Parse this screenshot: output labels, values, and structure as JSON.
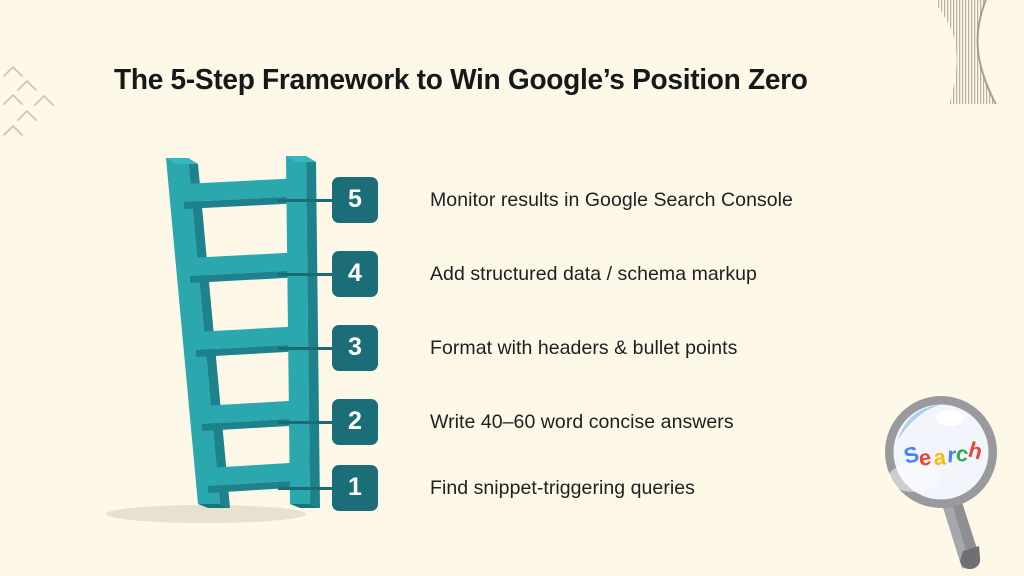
{
  "slide": {
    "title": "The 5-Step Framework to Win Google’s Position Zero",
    "background_color": "#fdf8e7",
    "title_color": "#17181a"
  },
  "theme": {
    "ladder_teal": "#2ba7ae",
    "ladder_teal_dark": "#1d828b",
    "ladder_teal_shade": "#23929a",
    "badge_teal": "#1b6e78",
    "connector_teal": "#1c6a73",
    "text_color": "#1d1f21",
    "decoration_color": "#cfc8b4",
    "shadow_color": "#e3ddcb"
  },
  "steps": [
    {
      "number": "5",
      "label": "Monitor results in Google Search Console"
    },
    {
      "number": "4",
      "label": "Add structured data / schema markup"
    },
    {
      "number": "3",
      "label": "Format with headers & bullet points"
    },
    {
      "number": "2",
      "label": "Write 40–60 word concise answers"
    },
    {
      "number": "1",
      "label": "Find snippet-triggering queries"
    }
  ],
  "magnifier": {
    "word": "Search",
    "letters": [
      {
        "char": "S",
        "color": "#4285f4"
      },
      {
        "char": "e",
        "color": "#ea4335"
      },
      {
        "char": "a",
        "color": "#fbbc05"
      },
      {
        "char": "r",
        "color": "#4285f4"
      },
      {
        "char": "c",
        "color": "#34a853"
      },
      {
        "char": "h",
        "color": "#ea4335"
      }
    ],
    "rim_color": "#9a9a9e",
    "lens_color": "#f2f5fb",
    "handle_color": "#8e8e93"
  },
  "decorations": {
    "chevron_cluster": "chevron-cluster",
    "corner_stripes": "corner-stripes"
  }
}
